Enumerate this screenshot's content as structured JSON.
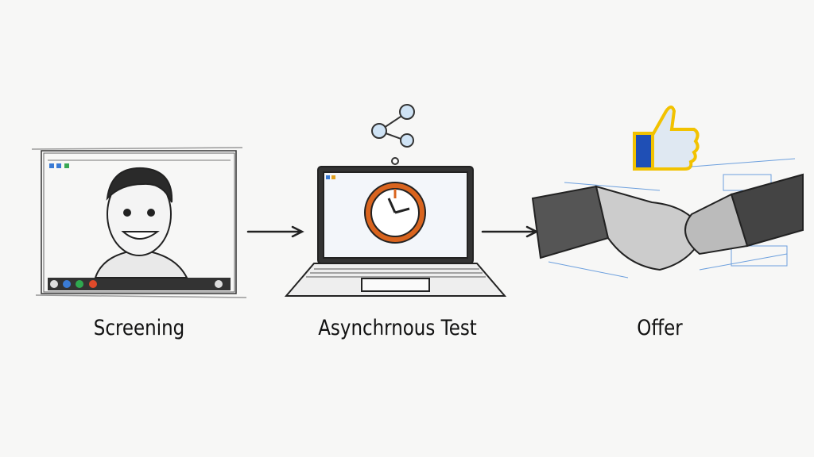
{
  "steps": [
    {
      "label": "Screening",
      "icon": "video-call-window-icon"
    },
    {
      "label": "Asynchrnous Test",
      "icon": "laptop-timer-icon"
    },
    {
      "label": "Offer",
      "icon": "handshake-thumbs-up-icon"
    }
  ],
  "connectors": [
    "arrow-right-icon",
    "arrow-right-icon"
  ],
  "colors": {
    "ink": "#1a1a1a",
    "timer_orange": "#d9641e",
    "thumb_blue": "#1f4fb5",
    "thumb_yellow": "#f2c200",
    "sketch_blue": "#4a8ad8"
  }
}
